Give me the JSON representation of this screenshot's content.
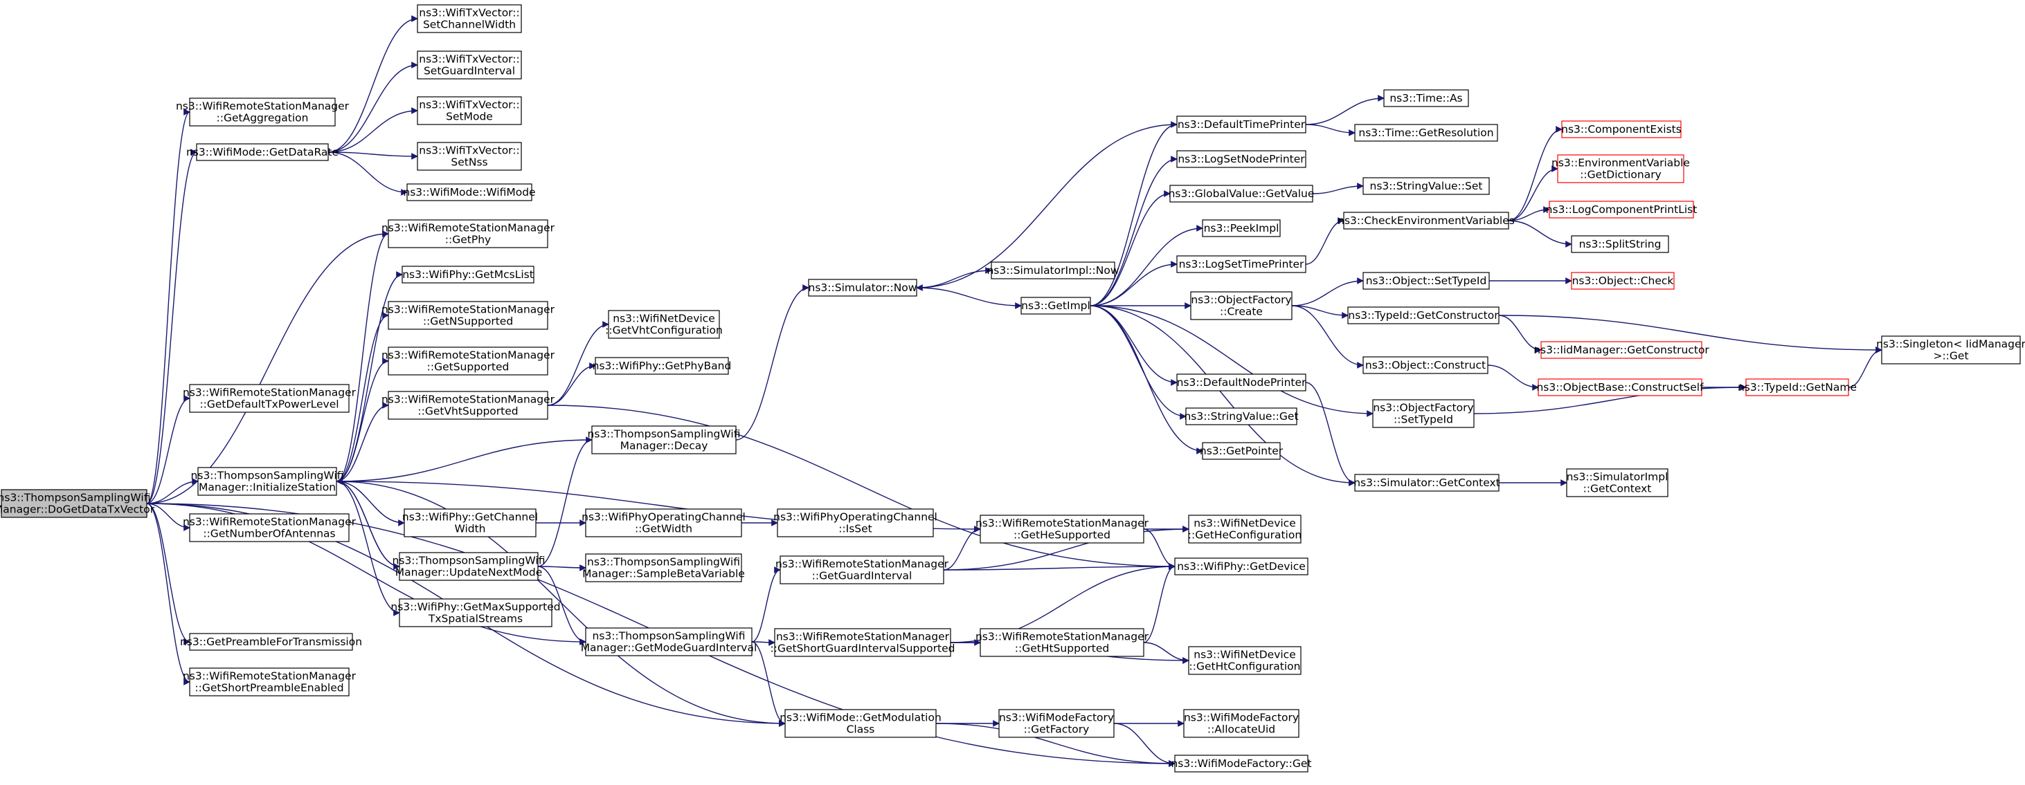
{
  "colors": {
    "edge": "#191970",
    "node_border": "#000000",
    "node_missing_border": "#ff0000",
    "node_fill": "#ffffff",
    "root_fill": "#bfbfbf",
    "background": "#ffffff"
  },
  "nodes": [
    {
      "id": "root",
      "lines": [
        "ns3::ThompsonSamplingWifi",
        "Manager::DoGetDataTxVector"
      ],
      "root": true
    },
    {
      "id": "getAggregation",
      "lines": [
        "ns3::WifiRemoteStationManager",
        "::GetAggregation"
      ]
    },
    {
      "id": "modeGetDataRate",
      "lines": [
        "ns3::WifiMode::GetDataRate"
      ]
    },
    {
      "id": "setChannelWidth",
      "lines": [
        "ns3::WifiTxVector::",
        "SetChannelWidth"
      ]
    },
    {
      "id": "setGuardInterval",
      "lines": [
        "ns3::WifiTxVector::",
        "SetGuardInterval"
      ]
    },
    {
      "id": "setMode",
      "lines": [
        "ns3::WifiTxVector::",
        "SetMode"
      ]
    },
    {
      "id": "setNss",
      "lines": [
        "ns3::WifiTxVector::",
        "SetNss"
      ]
    },
    {
      "id": "wifiModeCtor",
      "lines": [
        "ns3::WifiMode::WifiMode"
      ]
    },
    {
      "id": "getPhy",
      "lines": [
        "ns3::WifiRemoteStationManager",
        "::GetPhy"
      ]
    },
    {
      "id": "getMcsList",
      "lines": [
        "ns3::WifiPhy::GetMcsList"
      ]
    },
    {
      "id": "getNSupported",
      "lines": [
        "ns3::WifiRemoteStationManager",
        "::GetNSupported"
      ]
    },
    {
      "id": "getSupported",
      "lines": [
        "ns3::WifiRemoteStationManager",
        "::GetSupported"
      ]
    },
    {
      "id": "getVhtSupported",
      "lines": [
        "ns3::WifiRemoteStationManager",
        "::GetVhtSupported"
      ]
    },
    {
      "id": "getDefaultTxPowerLevel",
      "lines": [
        "ns3::WifiRemoteStationManager",
        "::GetDefaultTxPowerLevel"
      ]
    },
    {
      "id": "initializeStation",
      "lines": [
        "ns3::ThompsonSamplingWifi",
        "Manager::InitializeStation"
      ]
    },
    {
      "id": "getNumberOfAntennas",
      "lines": [
        "ns3::WifiRemoteStationManager",
        "::GetNumberOfAntennas"
      ]
    },
    {
      "id": "getPreamble",
      "lines": [
        "ns3::GetPreambleForTransmission"
      ]
    },
    {
      "id": "getShortPreamble",
      "lines": [
        "ns3::WifiRemoteStationManager",
        "::GetShortPreambleEnabled"
      ]
    },
    {
      "id": "getVhtConfiguration",
      "lines": [
        "ns3::WifiNetDevice",
        "::GetVhtConfiguration"
      ]
    },
    {
      "id": "getPhyBand",
      "lines": [
        "ns3::WifiPhy::GetPhyBand"
      ]
    },
    {
      "id": "decay",
      "lines": [
        "ns3::ThompsonSamplingWifi",
        "Manager::Decay"
      ]
    },
    {
      "id": "getChannelWidth",
      "lines": [
        "ns3::WifiPhy::GetChannel",
        "Width"
      ]
    },
    {
      "id": "opChannelGetWidth",
      "lines": [
        "ns3::WifiPhyOperatingChannel",
        "::GetWidth"
      ]
    },
    {
      "id": "opChannelIsSet",
      "lines": [
        "ns3::WifiPhyOperatingChannel",
        "::IsSet"
      ]
    },
    {
      "id": "updateNextMode",
      "lines": [
        "ns3::ThompsonSamplingWifi",
        "Manager::UpdateNextMode"
      ]
    },
    {
      "id": "sampleBeta",
      "lines": [
        "ns3::ThompsonSamplingWifi",
        "Manager::SampleBetaVariable"
      ]
    },
    {
      "id": "getMaxSupportedTxSS",
      "lines": [
        "ns3::WifiPhy::GetMaxSupported",
        "TxSpatialStreams"
      ]
    },
    {
      "id": "getModeGuardInterval",
      "lines": [
        "ns3::ThompsonSamplingWifi",
        "Manager::GetModeGuardInterval"
      ]
    },
    {
      "id": "getGuardInterval",
      "lines": [
        "ns3::WifiRemoteStationManager",
        "::GetGuardInterval"
      ]
    },
    {
      "id": "getShortGISupported",
      "lines": [
        "ns3::WifiRemoteStationManager",
        "::GetShortGuardIntervalSupported"
      ]
    },
    {
      "id": "getHeSupported",
      "lines": [
        "ns3::WifiRemoteStationManager",
        "::GetHeSupported"
      ]
    },
    {
      "id": "getHtSupported",
      "lines": [
        "ns3::WifiRemoteStationManager",
        "::GetHtSupported"
      ]
    },
    {
      "id": "getModulationClass",
      "lines": [
        "ns3::WifiMode::GetModulation",
        "Class"
      ]
    },
    {
      "id": "modeFactoryGetFactory",
      "lines": [
        "ns3::WifiModeFactory",
        "::GetFactory"
      ]
    },
    {
      "id": "simulatorNow",
      "lines": [
        "ns3::Simulator::Now"
      ]
    },
    {
      "id": "simImplNow",
      "lines": [
        "ns3::SimulatorImpl::Now"
      ]
    },
    {
      "id": "getImpl",
      "lines": [
        "ns3::GetImpl"
      ]
    },
    {
      "id": "defaultTimePrinter",
      "lines": [
        "ns3::DefaultTimePrinter"
      ]
    },
    {
      "id": "logSetNodePrinter",
      "lines": [
        "ns3::LogSetNodePrinter"
      ]
    },
    {
      "id": "globalValueGetValue",
      "lines": [
        "ns3::GlobalValue::GetValue"
      ]
    },
    {
      "id": "peekImpl",
      "lines": [
        "ns3::PeekImpl"
      ]
    },
    {
      "id": "logSetTimePrinter",
      "lines": [
        "ns3::LogSetTimePrinter"
      ]
    },
    {
      "id": "objectFactoryCreate",
      "lines": [
        "ns3::ObjectFactory",
        "::Create"
      ]
    },
    {
      "id": "defaultNodePrinter",
      "lines": [
        "ns3::DefaultNodePrinter"
      ]
    },
    {
      "id": "stringValueGet",
      "lines": [
        "ns3::StringValue::Get"
      ]
    },
    {
      "id": "getPointer",
      "lines": [
        "ns3::GetPointer"
      ]
    },
    {
      "id": "simulatorGetContext",
      "lines": [
        "ns3::Simulator::GetContext"
      ]
    },
    {
      "id": "getHeConfiguration",
      "lines": [
        "ns3::WifiNetDevice",
        "::GetHeConfiguration"
      ]
    },
    {
      "id": "phyGetDevice",
      "lines": [
        "ns3::WifiPhy::GetDevice"
      ]
    },
    {
      "id": "getHtConfiguration",
      "lines": [
        "ns3::WifiNetDevice",
        "::GetHtConfiguration"
      ]
    },
    {
      "id": "allocateUid",
      "lines": [
        "ns3::WifiModeFactory",
        "::AllocateUid"
      ]
    },
    {
      "id": "modeFactoryGet",
      "lines": [
        "ns3::WifiModeFactory::Get"
      ]
    },
    {
      "id": "timeAs",
      "lines": [
        "ns3::Time::As"
      ]
    },
    {
      "id": "timeGetResolution",
      "lines": [
        "ns3::Time::GetResolution"
      ]
    },
    {
      "id": "stringValueSet",
      "lines": [
        "ns3::StringValue::Set"
      ]
    },
    {
      "id": "checkEnvVars",
      "lines": [
        "ns3::CheckEnvironmentVariables"
      ]
    },
    {
      "id": "objectSetTypeId",
      "lines": [
        "ns3::Object::SetTypeId"
      ]
    },
    {
      "id": "typeIdGetConstructor",
      "lines": [
        "ns3::TypeId::GetConstructor"
      ]
    },
    {
      "id": "objectConstruct",
      "lines": [
        "ns3::Object::Construct"
      ]
    },
    {
      "id": "objectFactorySetTypeId",
      "lines": [
        "ns3::ObjectFactory",
        "::SetTypeId"
      ]
    },
    {
      "id": "simImplGetContext",
      "lines": [
        "ns3::SimulatorImpl",
        "::GetContext"
      ]
    },
    {
      "id": "componentExists",
      "lines": [
        "ns3::ComponentExists"
      ],
      "missing": true
    },
    {
      "id": "envVarGetDictionary",
      "lines": [
        "ns3::EnvironmentVariable",
        "::GetDictionary"
      ],
      "missing": true
    },
    {
      "id": "logComponentPrintList",
      "lines": [
        "ns3::LogComponentPrintList"
      ],
      "missing": true
    },
    {
      "id": "splitString",
      "lines": [
        "ns3::SplitString"
      ]
    },
    {
      "id": "objectCheck",
      "lines": [
        "ns3::Object::Check"
      ],
      "missing": true
    },
    {
      "id": "iidManagerGetConstructor",
      "lines": [
        "ns3::IidManager::GetConstructor"
      ],
      "missing": true
    },
    {
      "id": "objectBaseConstructSelf",
      "lines": [
        "ns3::ObjectBase::ConstructSelf"
      ],
      "missing": true
    },
    {
      "id": "typeIdGetName",
      "lines": [
        "ns3::TypeId::GetName"
      ],
      "missing": true
    },
    {
      "id": "singletonGet",
      "lines": [
        "ns3::Singleton< IidManager",
        " >::Get"
      ]
    }
  ],
  "edges": [
    [
      "root",
      "getAggregation"
    ],
    [
      "root",
      "modeGetDataRate"
    ],
    [
      "root",
      "getPhy"
    ],
    [
      "root",
      "getDefaultTxPowerLevel"
    ],
    [
      "root",
      "initializeStation"
    ],
    [
      "root",
      "getNumberOfAntennas"
    ],
    [
      "root",
      "getPreamble"
    ],
    [
      "root",
      "getShortPreamble"
    ],
    [
      "root",
      "getModeGuardInterval"
    ],
    [
      "root",
      "getModulationClass"
    ],
    [
      "root",
      "modeFactoryGet"
    ],
    [
      "modeGetDataRate",
      "setChannelWidth"
    ],
    [
      "modeGetDataRate",
      "setGuardInterval"
    ],
    [
      "modeGetDataRate",
      "setMode"
    ],
    [
      "modeGetDataRate",
      "setNss"
    ],
    [
      "modeGetDataRate",
      "wifiModeCtor"
    ],
    [
      "initializeStation",
      "getPhy"
    ],
    [
      "initializeStation",
      "getMcsList"
    ],
    [
      "initializeStation",
      "getNSupported"
    ],
    [
      "initializeStation",
      "getSupported"
    ],
    [
      "initializeStation",
      "getVhtSupported"
    ],
    [
      "initializeStation",
      "getChannelWidth"
    ],
    [
      "initializeStation",
      "updateNextMode"
    ],
    [
      "initializeStation",
      "getMaxSupportedTxSS"
    ],
    [
      "initializeStation",
      "getHeSupported"
    ],
    [
      "initializeStation",
      "getModulationClass"
    ],
    [
      "getVhtSupported",
      "getVhtConfiguration"
    ],
    [
      "getVhtSupported",
      "getPhyBand"
    ],
    [
      "getVhtSupported",
      "phyGetDevice"
    ],
    [
      "decay",
      "initializeStation"
    ],
    [
      "decay",
      "simulatorNow"
    ],
    [
      "getChannelWidth",
      "opChannelGetWidth"
    ],
    [
      "opChannelGetWidth",
      "opChannelIsSet"
    ],
    [
      "updateNextMode",
      "initializeStation"
    ],
    [
      "updateNextMode",
      "decay"
    ],
    [
      "updateNextMode",
      "sampleBeta"
    ],
    [
      "updateNextMode",
      "getModeGuardInterval"
    ],
    [
      "getModeGuardInterval",
      "getGuardInterval"
    ],
    [
      "getModeGuardInterval",
      "getShortGISupported"
    ],
    [
      "getModeGuardInterval",
      "getModulationClass"
    ],
    [
      "getGuardInterval",
      "getHeSupported"
    ],
    [
      "getGuardInterval",
      "phyGetDevice"
    ],
    [
      "getGuardInterval",
      "getHeConfiguration"
    ],
    [
      "getHeSupported",
      "getHeConfiguration"
    ],
    [
      "getHeSupported",
      "phyGetDevice"
    ],
    [
      "getShortGISupported",
      "getHtSupported"
    ],
    [
      "getShortGISupported",
      "phyGetDevice"
    ],
    [
      "getShortGISupported",
      "getHtConfiguration"
    ],
    [
      "getHtSupported",
      "phyGetDevice"
    ],
    [
      "getHtSupported",
      "getHtConfiguration"
    ],
    [
      "getModulationClass",
      "modeFactoryGetFactory"
    ],
    [
      "getModulationClass",
      "modeFactoryGet"
    ],
    [
      "modeFactoryGetFactory",
      "allocateUid"
    ],
    [
      "modeFactoryGetFactory",
      "modeFactoryGet"
    ],
    [
      "simulatorNow",
      "simImplNow"
    ],
    [
      "simulatorNow",
      "getImpl"
    ],
    [
      "getImpl",
      "defaultTimePrinter"
    ],
    [
      "getImpl",
      "logSetNodePrinter"
    ],
    [
      "getImpl",
      "globalValueGetValue"
    ],
    [
      "getImpl",
      "peekImpl"
    ],
    [
      "getImpl",
      "logSetTimePrinter"
    ],
    [
      "getImpl",
      "objectFactoryCreate"
    ],
    [
      "getImpl",
      "defaultNodePrinter"
    ],
    [
      "getImpl",
      "stringValueGet"
    ],
    [
      "getImpl",
      "getPointer"
    ],
    [
      "getImpl",
      "objectFactorySetTypeId"
    ],
    [
      "getImpl",
      "simulatorGetContext"
    ],
    [
      "defaultTimePrinter",
      "simulatorNow"
    ],
    [
      "defaultTimePrinter",
      "timeAs"
    ],
    [
      "defaultTimePrinter",
      "timeGetResolution"
    ],
    [
      "globalValueGetValue",
      "stringValueSet"
    ],
    [
      "logSetTimePrinter",
      "checkEnvVars"
    ],
    [
      "checkEnvVars",
      "componentExists"
    ],
    [
      "checkEnvVars",
      "envVarGetDictionary"
    ],
    [
      "checkEnvVars",
      "logComponentPrintList"
    ],
    [
      "checkEnvVars",
      "splitString"
    ],
    [
      "objectFactoryCreate",
      "objectSetTypeId"
    ],
    [
      "objectFactoryCreate",
      "typeIdGetConstructor"
    ],
    [
      "objectFactoryCreate",
      "objectConstruct"
    ],
    [
      "objectSetTypeId",
      "objectCheck"
    ],
    [
      "typeIdGetConstructor",
      "iidManagerGetConstructor"
    ],
    [
      "typeIdGetConstructor",
      "singletonGet"
    ],
    [
      "objectConstruct",
      "objectBaseConstructSelf"
    ],
    [
      "objectBaseConstructSelf",
      "typeIdGetName"
    ],
    [
      "objectFactorySetTypeId",
      "typeIdGetName"
    ],
    [
      "typeIdGetName",
      "singletonGet"
    ],
    [
      "defaultNodePrinter",
      "simulatorGetContext"
    ],
    [
      "simulatorGetContext",
      "simImplGetContext"
    ]
  ]
}
